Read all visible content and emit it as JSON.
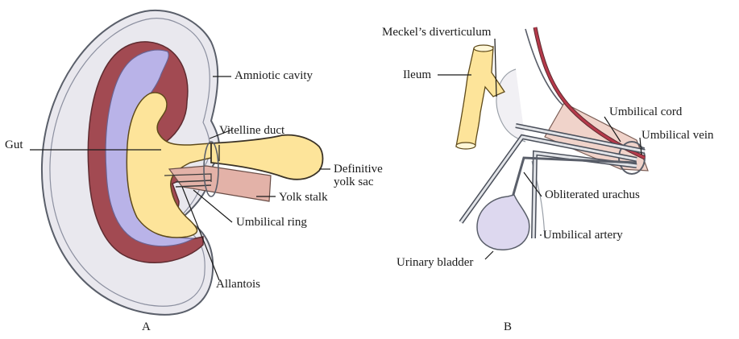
{
  "panel_a": {
    "caption": "A",
    "labels": {
      "amniotic_cavity": "Amniotic cavity",
      "gut": "Gut",
      "vitelline_duct": "Vitelline duct",
      "definitive_yolk_sac_1": "Definitive",
      "definitive_yolk_sac_2": "yolk sac",
      "yolk_stalk": "Yolk stalk",
      "umbilical_ring": "Umbilical ring",
      "allantois": "Allantois"
    }
  },
  "panel_b": {
    "caption": "B",
    "labels": {
      "meckels_diverticulum": "Meckel’s diverticulum",
      "ileum": "Ileum",
      "umbilical_cord": "Umbilical cord",
      "umbilical_vein": "Umbilical vein",
      "obliterated_urachus": "Obliterated urachus",
      "umbilical_artery": "Umbilical artery",
      "urinary_bladder": "Urinary bladder"
    }
  },
  "colors": {
    "amnion_fill": "#e9e8ee",
    "amnion_stroke": "#5a5f6a",
    "embryo_wall": "#a24a52",
    "embryo_inner": "#b9b3e8",
    "gut_fill": "#fde49a",
    "stalk_fill": "#e3b2a8",
    "vein_red": "#b5394a",
    "bladder_fill": "#ddd8ef"
  }
}
